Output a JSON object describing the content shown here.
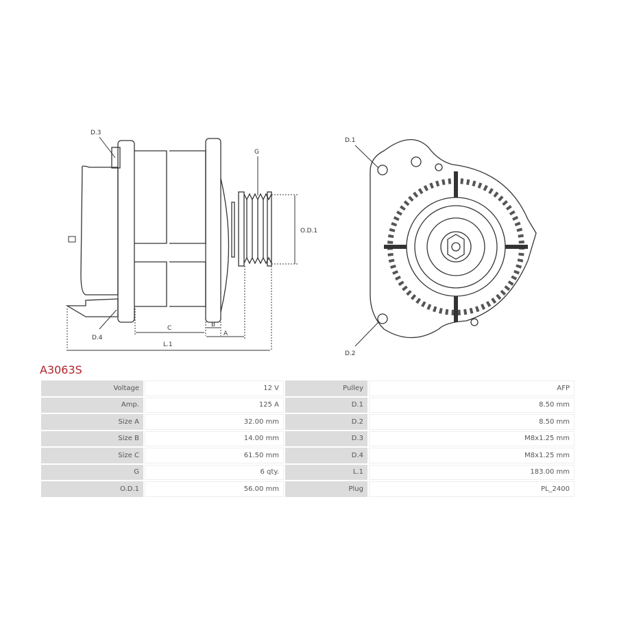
{
  "product_code": "A3063S",
  "drawing_labels": {
    "d3": "D.3",
    "d4": "D.4",
    "g": "G",
    "od1": "O.D.1",
    "c": "C",
    "b": "B",
    "a": "A",
    "l1": "L.1",
    "d1": "D.1",
    "d2": "D.2"
  },
  "specs": [
    {
      "label": "Voltage",
      "value": "12 V",
      "label2": "Pulley",
      "value2": "AFP"
    },
    {
      "label": "Amp.",
      "value": "125 A",
      "label2": "D.1",
      "value2": "8.50 mm"
    },
    {
      "label": "Size A",
      "value": "32.00 mm",
      "label2": "D.2",
      "value2": "8.50 mm"
    },
    {
      "label": "Size B",
      "value": "14.00 mm",
      "label2": "D.3",
      "value2": "M8x1.25 mm"
    },
    {
      "label": "Size C",
      "value": "61.50 mm",
      "label2": "D.4",
      "value2": "M8x1.25 mm"
    },
    {
      "label": "G",
      "value": "6 qty.",
      "label2": "L.1",
      "value2": "183.00 mm"
    },
    {
      "label": "O.D.1",
      "value": "56.00 mm",
      "label2": "Plug",
      "value2": "PL_2400"
    }
  ]
}
